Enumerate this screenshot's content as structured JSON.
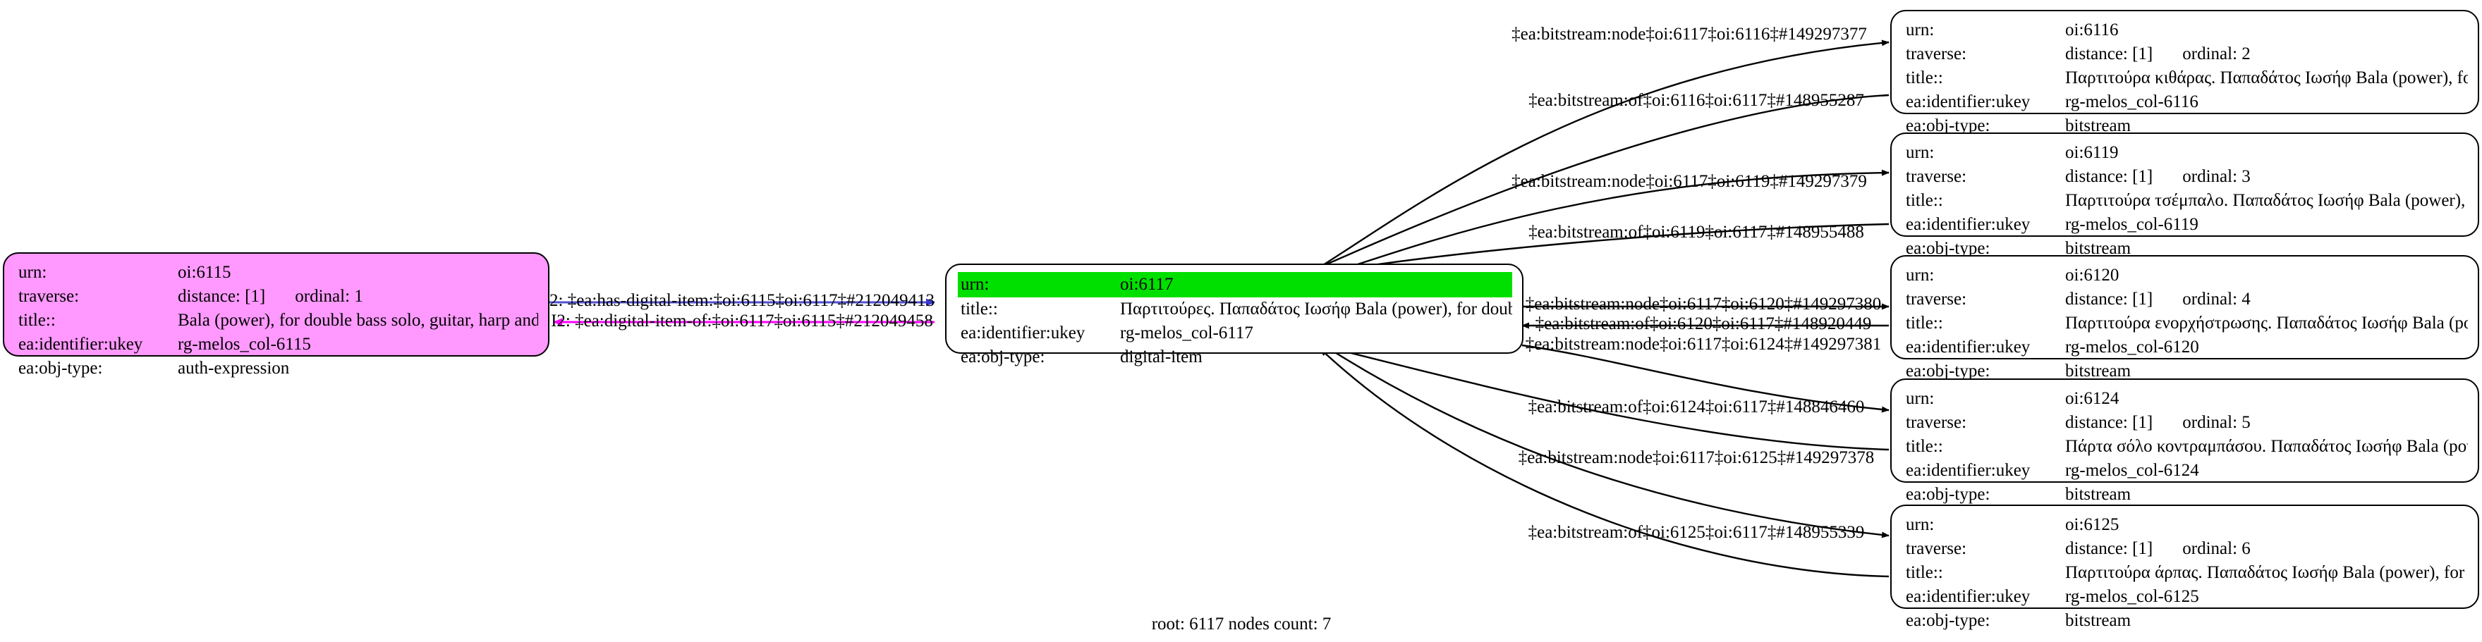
{
  "graph": {
    "footer": "root: 6117 nodes count: 7",
    "colors": {
      "root_highlight": "#00e000",
      "source_node_fill": "#ff99ff",
      "forward_edge": "#5050d0",
      "reverse_edge": "#ff00ff",
      "default_edge": "#000000",
      "node_border": "#000000",
      "background": "#ffffff"
    }
  },
  "nodes": {
    "source": {
      "id": "oi:6115",
      "fill": "magenta",
      "rows": [
        {
          "key": "urn:",
          "value": "oi:6115"
        },
        {
          "key": "traverse:",
          "value": "distance: [1]",
          "extra": "ordinal: 1"
        },
        {
          "key": "title::",
          "value": "Bala (power), for double bass solo, guitar, harp and harps..."
        },
        {
          "key": "ea:identifier:ukey",
          "value": "rg-melos_col-6115"
        },
        {
          "key": "ea:obj-type:",
          "value": "auth-expression"
        }
      ]
    },
    "root": {
      "id": "oi:6117",
      "fill": "white",
      "rows": [
        {
          "key": "urn:",
          "value": "oi:6117",
          "highlight": true
        },
        {
          "key": "title::",
          "value": "Παρτιτούρες. Παπαδάτος Ιωσήφ Bala (power), for double bass..."
        },
        {
          "key": "ea:identifier:ukey",
          "value": "rg-melos_col-6117"
        },
        {
          "key": "ea:obj-type:",
          "value": "digital-item"
        }
      ]
    },
    "targets": [
      {
        "id": "oi:6116",
        "rows": [
          {
            "key": "urn:",
            "value": "oi:6116"
          },
          {
            "key": "traverse:",
            "value": "distance: [1]",
            "extra": "ordinal: 2"
          },
          {
            "key": "title::",
            "value": "Παρτιτούρα κιθάρας. Παπαδάτος Ιωσήφ Bala (power), for doub..."
          },
          {
            "key": "ea:identifier:ukey",
            "value": "rg-melos_col-6116"
          },
          {
            "key": "ea:obj-type:",
            "value": "bitstream"
          }
        ]
      },
      {
        "id": "oi:6119",
        "rows": [
          {
            "key": "urn:",
            "value": "oi:6119"
          },
          {
            "key": "traverse:",
            "value": "distance: [1]",
            "extra": "ordinal: 3"
          },
          {
            "key": "title::",
            "value": "Παρτιτούρα τσέμπαλο. Παπαδάτος Ιωσήφ Bala (power), for dou..."
          },
          {
            "key": "ea:identifier:ukey",
            "value": "rg-melos_col-6119"
          },
          {
            "key": "ea:obj-type:",
            "value": "bitstream"
          }
        ]
      },
      {
        "id": "oi:6120",
        "rows": [
          {
            "key": "urn:",
            "value": "oi:6120"
          },
          {
            "key": "traverse:",
            "value": "distance: [1]",
            "extra": "ordinal: 4"
          },
          {
            "key": "title::",
            "value": "Παρτιτούρα ενορχήστρωσης. Παπαδάτος Ιωσήφ Bala (power), fo..."
          },
          {
            "key": "ea:identifier:ukey",
            "value": "rg-melos_col-6120"
          },
          {
            "key": "ea:obj-type:",
            "value": "bitstream"
          }
        ]
      },
      {
        "id": "oi:6124",
        "rows": [
          {
            "key": "urn:",
            "value": "oi:6124"
          },
          {
            "key": "traverse:",
            "value": "distance: [1]",
            "extra": "ordinal: 5"
          },
          {
            "key": "title::",
            "value": "Πάρτα σόλο κοντραμπάσου. Παπαδάτος Ιωσήφ Bala (power), for..."
          },
          {
            "key": "ea:identifier:ukey",
            "value": "rg-melos_col-6124"
          },
          {
            "key": "ea:obj-type:",
            "value": "bitstream"
          }
        ]
      },
      {
        "id": "oi:6125",
        "rows": [
          {
            "key": "urn:",
            "value": "oi:6125"
          },
          {
            "key": "traverse:",
            "value": "distance: [1]",
            "extra": "ordinal: 6"
          },
          {
            "key": "title::",
            "value": "Παρτιτούρα άρπας. Παπαδάτος Ιωσήφ Bala (power), for double..."
          },
          {
            "key": "ea:identifier:ukey",
            "value": "rg-melos_col-6125"
          },
          {
            "key": "ea:obj-type:",
            "value": "bitstream"
          }
        ]
      }
    ]
  },
  "edge_labels": {
    "source_to_root": "2: ‡ea:has-digital-item:‡oi:6115‡oi:6117‡#212049413",
    "root_to_source": "I2: ‡ea:digital-item-of:‡oi:6117‡oi:6115‡#212049458",
    "node_6116": "‡ea:bitstream:node‡oi:6117‡oi:6116‡#149297377",
    "of_6116": "‡ea:bitstream:of‡oi:6116‡oi:6117‡#148955287",
    "node_6119": "‡ea:bitstream:node‡oi:6117‡oi:6119‡#149297379",
    "of_6119": "‡ea:bitstream:of‡oi:6119‡oi:6117‡#148955488",
    "node_6120": "‡ea:bitstream:node‡oi:6117‡oi:6120‡#149297380",
    "of_6120": "‡ea:bitstream:of‡oi:6120‡oi:6117‡#148920449",
    "node_6124": "‡ea:bitstream:node‡oi:6117‡oi:6124‡#149297381",
    "of_6124": "‡ea:bitstream:of‡oi:6124‡oi:6117‡#148846460",
    "node_6125": "‡ea:bitstream:node‡oi:6117‡oi:6125‡#149297378",
    "of_6125": "‡ea:bitstream:of‡oi:6125‡oi:6117‡#148955339"
  }
}
